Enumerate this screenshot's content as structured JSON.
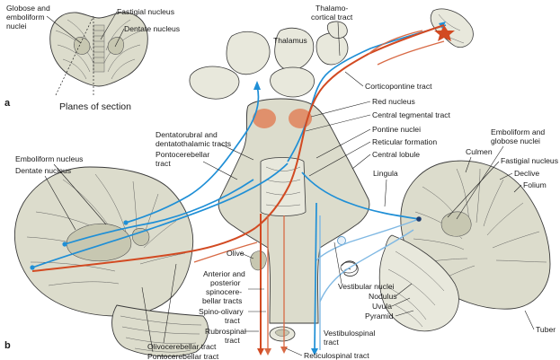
{
  "panel_labels": {
    "a": "a",
    "b": "b"
  },
  "panel_a": {
    "globose_emboliform": [
      "Globose and",
      "emboliform",
      "nuclei"
    ],
    "fastigial": "Fastigial nucleus",
    "dentate": "Dentate nucleus",
    "planes": "Planes of section"
  },
  "top": {
    "thalamus": "Thalamus",
    "thalamocortical": [
      "Thalamo-",
      "cortical tract"
    ],
    "corticopontine": "Corticopontine tract",
    "red_nucleus": "Red nucleus",
    "central_tegmental": "Central tegmental tract",
    "pontine_nuclei": "Pontine nuclei",
    "reticular_formation": "Reticular formation",
    "central_lobule": "Central lobule",
    "lingula": "Lingula"
  },
  "left": {
    "dentatorubral": [
      "Dentatorubral and",
      "dentatothalamic tracts"
    ],
    "pontocerebellar_top": [
      "Pontocerebellar",
      "tract"
    ],
    "emboliform": "Emboliform nucleus",
    "dentate": "Dentate nucleus",
    "olive": "Olive",
    "ant_post_spino": [
      "Anterior and",
      "posterior",
      "spinocere-",
      "bellar tracts"
    ],
    "spino_olivary": [
      "Spino-olivary",
      "tract"
    ],
    "rubrospinal": [
      "Rubrospinal",
      "tract"
    ],
    "olivocerebellar": "Olivocerebellar tract",
    "pontocerebellar_bottom": "Pontocerebellar tract"
  },
  "right": {
    "emboliform_globose": [
      "Emboliform and",
      "globose nuclei"
    ],
    "culmen": "Culmen",
    "fastigial": "Fastigial nucleus",
    "declive": "Declive",
    "folium": "Folium",
    "vestibular_nuclei": "Vestibular nuclei",
    "nodulus": "Nodulus",
    "uvula": "Uvula",
    "pyramid": "Pyramid",
    "tuber": "Tuber",
    "vestibulospinal": [
      "Vestibulospinal",
      "tract"
    ],
    "reticulospinal": "Reticulospinal tract"
  },
  "colors": {
    "efferent_blue": "#1f8fd6",
    "afferent_red": "#d24a22",
    "nucleus_red": "#e0825a",
    "tissue": "#dcdccc"
  }
}
